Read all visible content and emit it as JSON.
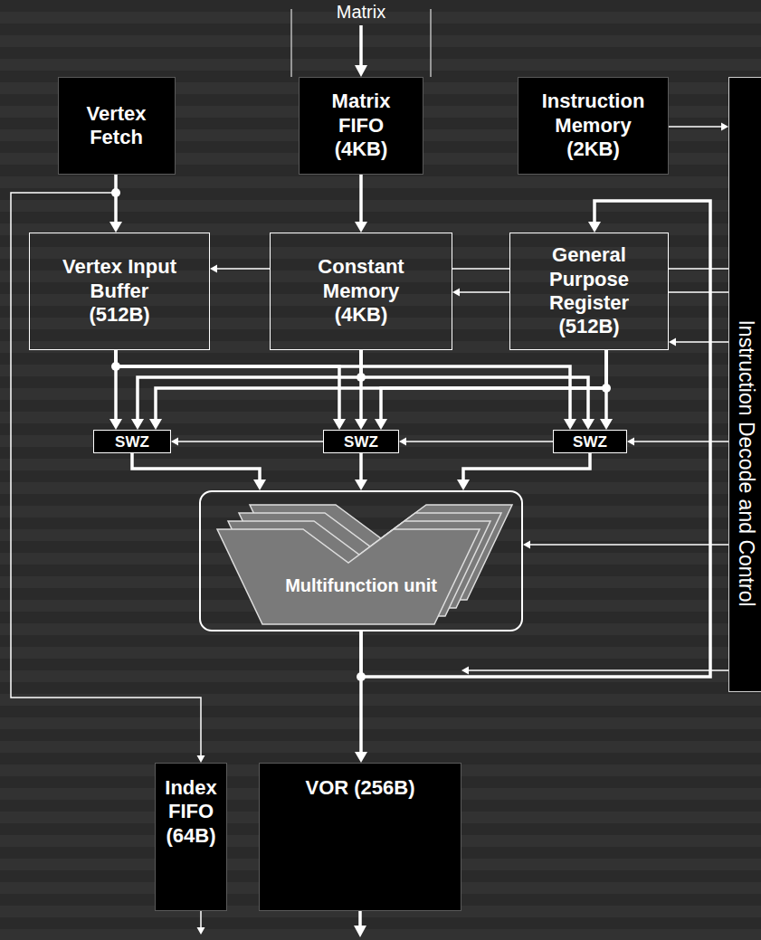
{
  "diagram": {
    "nodes": [
      {
        "text": [
          "Vertex Fetch"
        ]
      },
      {
        "text": [
          "Matrix FIFO (4KB)"
        ]
      },
      {
        "text": [
          "Instruction Memory (2KB)"
        ]
      },
      {
        "text": [
          "Instruction Decode and Control"
        ]
      },
      {
        "text": [
          "Vertex Input Buffer (512B)"
        ]
      },
      {
        "text": [
          "Constant Memory (4KB)"
        ]
      },
      {
        "text": [
          "General Purpose Register (512B)"
        ]
      },
      {
        "text": [
          "SWZ"
        ]
      },
      {
        "text": [
          "SWZ"
        ]
      },
      {
        "text": [
          "SWZ"
        ]
      },
      {
        "text": [
          "Multifunction unit"
        ]
      },
      {
        "text": [
          "Index FIFO (64B)"
        ]
      },
      {
        "text": [
          "VOR (256B)"
        ]
      }
    ],
    "edges": [
      {
        "from": 0,
        "to": 4,
        "arrow": "to"
      },
      {
        "from": 0,
        "to": 11,
        "arrow": "to"
      },
      {
        "from": 1,
        "to": 5,
        "arrow": "to"
      },
      {
        "from": 2,
        "to": 3,
        "arrow": "to"
      },
      {
        "from": 5,
        "to": 4,
        "arrow": "to"
      },
      {
        "from": 5,
        "to": 6,
        "arrow": "none"
      },
      {
        "from": 3,
        "to": 6,
        "arrow": "none"
      },
      {
        "from": 6,
        "to": 5,
        "arrow": "to"
      },
      {
        "from": 3,
        "to": 6,
        "arrow": "none"
      },
      {
        "from": 3,
        "to": 6,
        "arrow": "to"
      },
      {
        "from": 4,
        "to": 7,
        "arrow": "to"
      },
      {
        "from": 4,
        "to": 8,
        "arrow": "to"
      },
      {
        "from": 4,
        "to": 9,
        "arrow": "to"
      },
      {
        "from": 5,
        "to": 7,
        "arrow": "to"
      },
      {
        "from": 5,
        "to": 8,
        "arrow": "to"
      },
      {
        "from": 5,
        "to": 9,
        "arrow": "to"
      },
      {
        "from": 6,
        "to": 7,
        "arrow": "to"
      },
      {
        "from": 6,
        "to": 8,
        "arrow": "to"
      },
      {
        "from": 6,
        "to": 9,
        "arrow": "to"
      },
      {
        "from": 3,
        "to": 9,
        "arrow": "to"
      },
      {
        "from": 9,
        "to": 8,
        "arrow": "to"
      },
      {
        "from": 8,
        "to": 7,
        "arrow": "to"
      },
      {
        "from": 7,
        "to": 10,
        "arrow": "to"
      },
      {
        "from": 8,
        "to": 10,
        "arrow": "to"
      },
      {
        "from": 9,
        "to": 10,
        "arrow": "to"
      },
      {
        "from": 3,
        "to": 10,
        "arrow": "to"
      },
      {
        "from": 10,
        "to": 12,
        "arrow": "to"
      },
      {
        "from": 10,
        "to": 6,
        "arrow": "to"
      },
      {
        "from": 3,
        "to": 12,
        "arrow": "to"
      }
    ],
    "labels": [
      "Matrix"
    ]
  }
}
